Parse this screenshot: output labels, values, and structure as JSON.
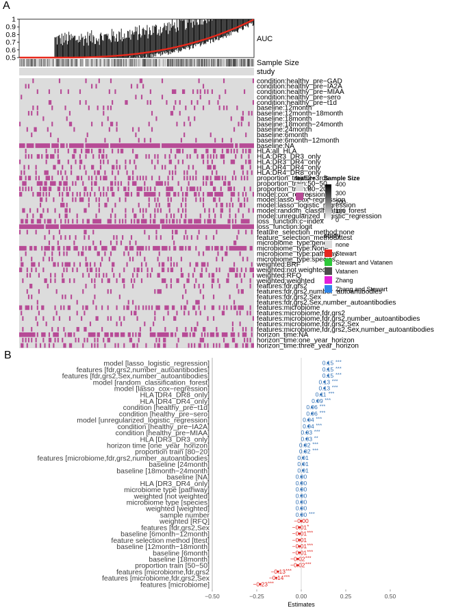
{
  "panels": {
    "a": "A",
    "b": "B"
  },
  "chart_data": [
    {
      "type": "heatmap",
      "panel": "A",
      "top_annotation": {
        "name": "AUC",
        "type": "bar+line",
        "y_ticks": [
          "0.5",
          "0.6",
          "0.7",
          "0.8",
          "0.9",
          "1"
        ],
        "ylim": [
          0.5,
          1
        ],
        "line_color": "#e8291c",
        "bar_color": "#000000"
      },
      "annotation_rows": [
        "Sample Size",
        "study"
      ],
      "row_labels": [
        "condition:healthy_pre−GAD",
        "condition:healthy_pre−IA2A",
        "condition:healthy_pre−MIAA",
        "condition:healthy_pre−sero",
        "condition:healthy_pre−t1d",
        "baseline:12month",
        "baseline:12month−18month",
        "baseline:18month",
        "baseline:18month−24month",
        "baseline:24month",
        "baseline:6month",
        "baseline:6month−12month",
        "baseline:NA",
        "HLA:all_HLA",
        "HLA:DR3_DR3_only",
        "HLA:DR3_DR4_only",
        "HLA:DR4_DR4_only",
        "HLA:DR4_DR8_only",
        "proportion_train:2−3rds",
        "proportion_train:50−50",
        "proportion_train:80−20",
        "model:cox_regression",
        "model:lasso_cox−regression",
        "model:lasso_logistic_regression",
        "model:random_classification_forest",
        "model:unregularized_logistic_regression",
        "loss_function:c−index",
        "loss_function:logit",
        "feature_selection_method:none",
        "feature_selection_method:ttest",
        "microbiome_type:gene",
        "microbiome_type:None",
        "microbiome_type:pathway",
        "microbiome_type:species",
        "weighted:BRF",
        "weighted:not weighted",
        "weighted:RFQ",
        "weighted:weighted",
        "features:fdr,grs2",
        "features:fdr,grs2,number_autoantibodies",
        "features:fdr,grs2,Sex",
        "features:fdr,grs2,Sex,number_autoantibodies",
        "features:microbiome",
        "features:microbiome,fdr,grs2",
        "features:microbiome,fdr,grs2,number_autoantibodies",
        "features:microbiome,fdr,grs2,Sex",
        "features:microbiome,fdr,grs2,Sex,number_autoantibodies",
        "horizon_time:NA",
        "horizon_time:one_year_horizon",
        "horizon_time:three_year_horizon"
      ],
      "row_density": [
        0.06,
        0.07,
        0.06,
        0.06,
        0.12,
        0.08,
        0.08,
        0.08,
        0.08,
        0.08,
        0.08,
        0.08,
        0.96,
        0.28,
        0.22,
        0.2,
        0.2,
        0.22,
        0.3,
        0.3,
        0.3,
        0.4,
        0.2,
        0.2,
        0.2,
        0.2,
        0.5,
        0.96,
        0.12,
        0.1,
        0.1,
        0.6,
        0.12,
        0.12,
        0.26,
        0.24,
        0.2,
        0.2,
        0.1,
        0.1,
        0.1,
        0.1,
        0.35,
        0.1,
        0.12,
        0.1,
        0.12,
        0.5,
        0.2,
        0.3
      ],
      "feature_legend": {
        "title": "feature",
        "entries": [
          {
            "label": "0",
            "color": "#dcdcdc"
          },
          {
            "label": "1",
            "color": "#b74b96"
          }
        ]
      },
      "sample_size_legend": {
        "title": "Sample Size",
        "ticks": [
          "400",
          "300",
          "200",
          "100",
          "0"
        ],
        "range": [
          0,
          400
        ],
        "gradient": [
          "#000000",
          "#ffffff"
        ]
      },
      "study_legend": {
        "title": "study",
        "entries": [
          {
            "label": "none",
            "color": "#dcdcdc"
          },
          {
            "label": "Stewart",
            "color": "#e6261f"
          },
          {
            "label": "Stewart and Vatanen",
            "color": "#2ec93a"
          },
          {
            "label": "Vatanen",
            "color": "#4d4d4d"
          },
          {
            "label": "Zhang",
            "color": "#e21fd8"
          },
          {
            "label": "Zhang and Stewart",
            "color": "#2f86ea"
          }
        ]
      }
    },
    {
      "type": "dot",
      "panel": "B",
      "xlabel": "Estimates",
      "xlim": [
        -0.5,
        0.5
      ],
      "x_ticks": [
        "−0.50",
        "−0.25",
        "0.00",
        "0.25",
        "0.50"
      ],
      "positive_color": "#2e6fb5",
      "negative_color": "#e0201b",
      "terms": [
        {
          "label": "model [lasso_logistic_regression]",
          "estimate": 0.15,
          "text": "0.15",
          "stars": "***"
        },
        {
          "label": "features [fdr,grs2,number_autoantibodies]",
          "estimate": 0.15,
          "text": "0.15",
          "stars": "***"
        },
        {
          "label": "features [fdr,grs2,Sex,number_autoantibodies]",
          "estimate": 0.15,
          "text": "0.15",
          "stars": "***"
        },
        {
          "label": "model [random_classification_forest]",
          "estimate": 0.13,
          "text": "0.13",
          "stars": "***"
        },
        {
          "label": "model [lasso_cox−regression]",
          "estimate": 0.13,
          "text": "0.13",
          "stars": "***"
        },
        {
          "label": "HLA [DR4_DR8_only]",
          "estimate": 0.11,
          "text": "0.11",
          "stars": "***"
        },
        {
          "label": "HLA [DR4_DR4_only]",
          "estimate": 0.09,
          "text": "0.09",
          "stars": "***"
        },
        {
          "label": "condition [healthy_pre−t1d]",
          "estimate": 0.06,
          "text": "0.06",
          "stars": "***"
        },
        {
          "label": "condition [healthy_pre−sero]",
          "estimate": 0.06,
          "text": "0.06",
          "stars": "***"
        },
        {
          "label": "model [unregularized_logistic_regression]",
          "estimate": 0.04,
          "text": "0.04",
          "stars": "***"
        },
        {
          "label": "condition [healthy_pre−IA2A]",
          "estimate": 0.04,
          "text": "0.04",
          "stars": "***"
        },
        {
          "label": "condition [healthy_pre−MIAA]",
          "estimate": 0.03,
          "text": "0.03",
          "stars": "***"
        },
        {
          "label": "HLA [DR3_DR3_only]",
          "estimate": 0.03,
          "text": "0.03",
          "stars": "**"
        },
        {
          "label": "horizon time [one_year_horizon]",
          "estimate": 0.02,
          "text": "0.02",
          "stars": "***"
        },
        {
          "label": "proportion train [80−20]",
          "estimate": 0.02,
          "text": "0.02",
          "stars": "***"
        },
        {
          "label": "features [microbiome,fdr,grs2,number_autoantibodies]",
          "estimate": 0.01,
          "text": "0.01",
          "stars": ""
        },
        {
          "label": "baseline [24month]",
          "estimate": 0.01,
          "text": "0.01",
          "stars": ""
        },
        {
          "label": "baseline [18month−24month]",
          "estimate": 0.01,
          "text": "0.01",
          "stars": ""
        },
        {
          "label": "baseline [NA]",
          "estimate": 0.0,
          "text": "0.00",
          "stars": ""
        },
        {
          "label": "HLA [DR3_DR4_only]",
          "estimate": 0.0,
          "text": "0.00",
          "stars": ""
        },
        {
          "label": "microbiome type [pathway]",
          "estimate": 0.0,
          "text": "0.00",
          "stars": ""
        },
        {
          "label": "weighted [not weighted]",
          "estimate": 0.0,
          "text": "0.00",
          "stars": ""
        },
        {
          "label": "microbiome type [species]",
          "estimate": 0.0,
          "text": "0.00",
          "stars": ""
        },
        {
          "label": "weighted [weighted]",
          "estimate": 0.0,
          "text": "0.00",
          "stars": ""
        },
        {
          "label": "sample number",
          "estimate": 0.0,
          "text": "0.00",
          "stars": "***"
        },
        {
          "label": "weighted [RFQ]",
          "estimate": -0.0,
          "text": "−0.00",
          "stars": ""
        },
        {
          "label": "features [fdr,grs2,Sex",
          "estimate": -0.01,
          "text": "−0.01",
          "stars": "*"
        },
        {
          "label": "baseline [6month−12month]",
          "estimate": -0.01,
          "text": "−0.01",
          "stars": "***"
        },
        {
          "label": "feature selection method [ttest]",
          "estimate": -0.01,
          "text": "−0.01",
          "stars": ""
        },
        {
          "label": "baseline [12month−18month]",
          "estimate": -0.01,
          "text": "−0.01",
          "stars": "***"
        },
        {
          "label": "baseline [6month]",
          "estimate": -0.01,
          "text": "−0.01",
          "stars": "***"
        },
        {
          "label": "baseline [18month]",
          "estimate": -0.02,
          "text": "−0.02",
          "stars": "***"
        },
        {
          "label": "proportion train [50−50]",
          "estimate": -0.02,
          "text": "−0.02",
          "stars": "***"
        },
        {
          "label": "features [microbiome,fdr,grs2",
          "estimate": -0.13,
          "text": "−0.13",
          "stars": "***"
        },
        {
          "label": "features [microbiome,fdr,grs2,Sex",
          "estimate": -0.14,
          "text": "−0.14",
          "stars": "***"
        },
        {
          "label": "features [microbiome]",
          "estimate": -0.23,
          "text": "−0.23",
          "stars": "***"
        }
      ]
    }
  ]
}
